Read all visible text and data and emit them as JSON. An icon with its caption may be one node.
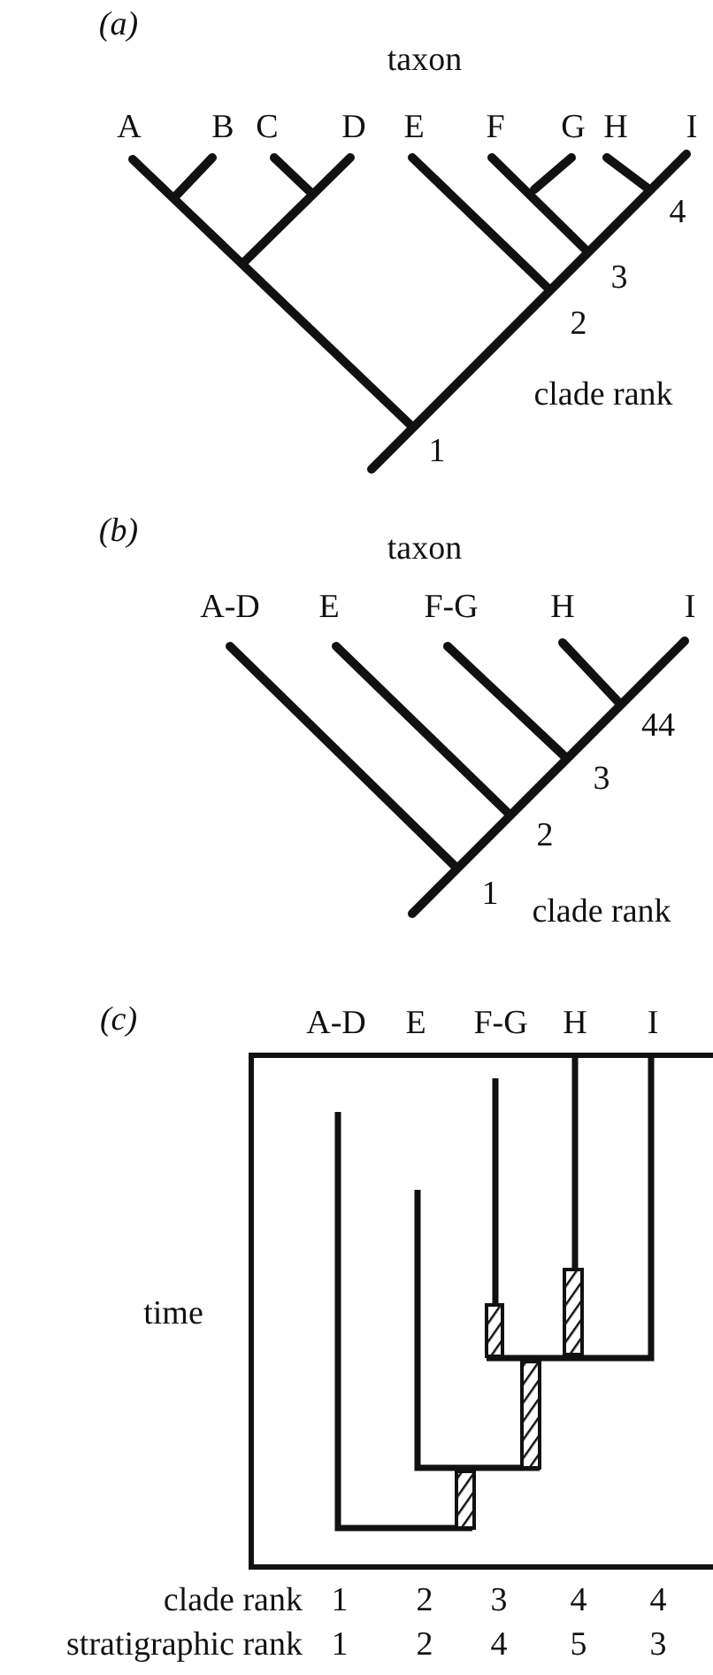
{
  "diagram": {
    "labels": [
      "(a)",
      "taxon",
      "A",
      "B",
      "C",
      "D",
      "E",
      "F",
      "G",
      "H",
      "I",
      "4",
      "3",
      "2",
      "clade rank",
      "1",
      "(b)",
      "taxon",
      "A-D",
      "E",
      "F-G",
      "H",
      "I",
      "44",
      "3",
      "2",
      "1",
      "clade rank",
      "(c)",
      "A-D",
      "E",
      "F-G",
      "H",
      "I",
      "time",
      "clade rank",
      "1",
      "2",
      "3",
      "4",
      "4",
      "stratigraphic rank",
      "1",
      "2",
      "4",
      "5",
      "3"
    ]
  }
}
